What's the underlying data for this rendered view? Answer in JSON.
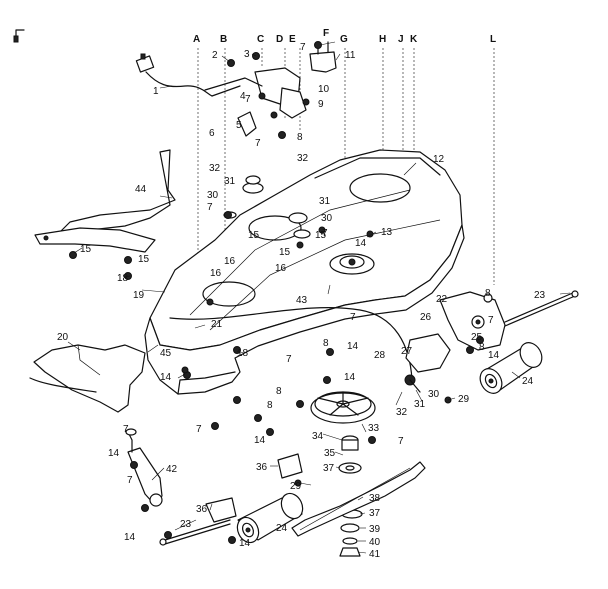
{
  "column_letters": [
    "A",
    "B",
    "C",
    "D",
    "E",
    "F",
    "G",
    "H",
    "J",
    "K",
    "L"
  ],
  "callouts": [
    "1",
    "2",
    "3",
    "4",
    "5",
    "6",
    "7",
    "8",
    "9",
    "10",
    "11",
    "12",
    "13",
    "14",
    "15",
    "16",
    "18",
    "19",
    "20",
    "21",
    "22",
    "23",
    "24",
    "25",
    "26",
    "27",
    "28",
    "29",
    "30",
    "31",
    "32",
    "33",
    "34",
    "35",
    "36",
    "37",
    "38",
    "39",
    "40",
    "41",
    "42",
    "43",
    "44",
    "45"
  ],
  "icons": {
    "mower-deck": "deck-shell",
    "blade": "blade",
    "pulley": "spoked-pulley",
    "wheel": "gauge-wheel",
    "bolt": "hex-bolt",
    "nut": "hex-nut"
  }
}
